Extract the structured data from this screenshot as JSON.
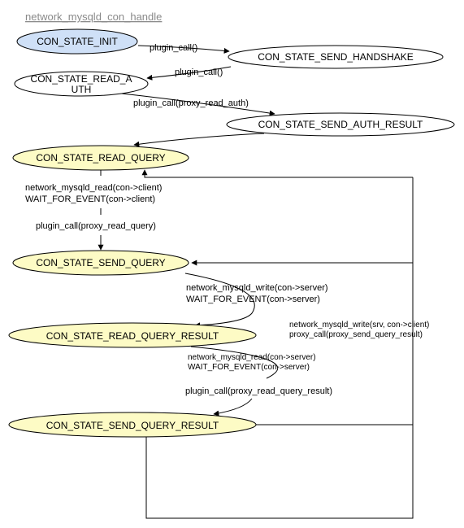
{
  "title": "network_mysqld_con_handle",
  "colors": {
    "init_fill": "#cfe0f7",
    "query_fill": "#fdfbc5",
    "plain_fill": "#ffffff",
    "stroke": "#000000",
    "title": "#8a8a8a"
  },
  "states": {
    "init": "CON_STATE_INIT",
    "send_handshake": "CON_STATE_SEND_HANDSHAKE",
    "read_auth_line1": "CON_STATE_READ_A",
    "read_auth_line2": "UTH",
    "send_auth_result": "CON_STATE_SEND_AUTH_RESULT",
    "read_query": "CON_STATE_READ_QUERY",
    "send_query": "CON_STATE_SEND_QUERY",
    "read_query_result": "CON_STATE_READ_QUERY_RESULT",
    "send_query_result": "CON_STATE_SEND_QUERY_RESULT"
  },
  "edges": {
    "init_to_handshake": "plugin_call()",
    "handshake_to_read_auth": "plugin_call()",
    "read_auth_to_auth_result": "plugin_call(proxy_read_auth)",
    "read_query_line1": "network_mysqld_read(con->client)",
    "read_query_line2": "WAIT_FOR_EVENT(con->client)",
    "read_query_line3": "plugin_call(proxy_read_query)",
    "send_query_line1": "network_mysqld_write(con->server)",
    "send_query_line2": "WAIT_FOR_EVENT(con->server)",
    "loop_line1": "network_mysqld_write(srv, con->client)",
    "loop_line2": "proxy_call(proxy_send_query_result)",
    "read_result_line1": "network_mysqld_read(con->server)",
    "read_result_line2": "WAIT_FOR_EVENT(con->server)",
    "read_result_line3": "plugin_call(proxy_read_query_result)"
  }
}
